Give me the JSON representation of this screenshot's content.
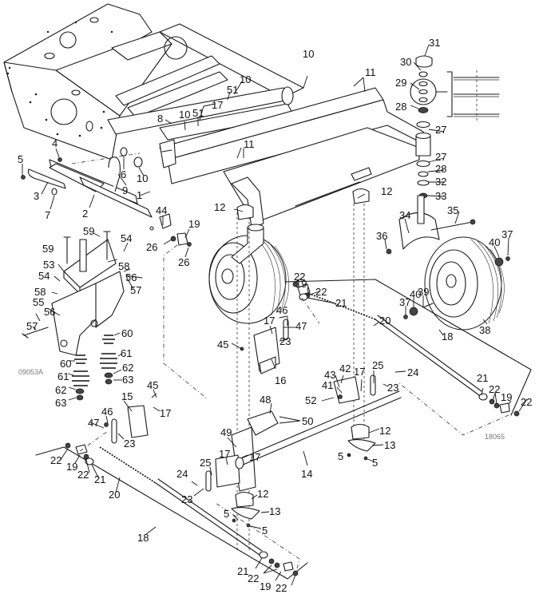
{
  "diagram": {
    "title": "Frame, front caster and suspension parts breakdown",
    "reference_codes": [
      "09053A",
      "18065"
    ],
    "callouts": [
      {
        "label": "1"
      },
      {
        "label": "2"
      },
      {
        "label": "3"
      },
      {
        "label": "4"
      },
      {
        "label": "5"
      },
      {
        "label": "6"
      },
      {
        "label": "7"
      },
      {
        "label": "8"
      },
      {
        "label": "9"
      },
      {
        "label": "10"
      },
      {
        "label": "10"
      },
      {
        "label": "10"
      },
      {
        "label": "10"
      },
      {
        "label": "51"
      },
      {
        "label": "51"
      },
      {
        "label": "17"
      },
      {
        "label": "11"
      },
      {
        "label": "11"
      },
      {
        "label": "31"
      },
      {
        "label": "30"
      },
      {
        "label": "29"
      },
      {
        "label": "28"
      },
      {
        "label": "27"
      },
      {
        "label": "27"
      },
      {
        "label": "28"
      },
      {
        "label": "32"
      },
      {
        "label": "33"
      },
      {
        "label": "12"
      },
      {
        "label": "12"
      },
      {
        "label": "34"
      },
      {
        "label": "35"
      },
      {
        "label": "36"
      },
      {
        "label": "40"
      },
      {
        "label": "37"
      },
      {
        "label": "40"
      },
      {
        "label": "39"
      },
      {
        "label": "37"
      },
      {
        "label": "38"
      },
      {
        "label": "44"
      },
      {
        "label": "19"
      },
      {
        "label": "26"
      },
      {
        "label": "26"
      },
      {
        "label": "59"
      },
      {
        "label": "54"
      },
      {
        "label": "59"
      },
      {
        "label": "53"
      },
      {
        "label": "54"
      },
      {
        "label": "58"
      },
      {
        "label": "58"
      },
      {
        "label": "57"
      },
      {
        "label": "56"
      },
      {
        "label": "55"
      },
      {
        "label": "56"
      },
      {
        "label": "57"
      },
      {
        "label": "60"
      },
      {
        "label": "61"
      },
      {
        "label": "62"
      },
      {
        "label": "63"
      },
      {
        "label": "60"
      },
      {
        "label": "61"
      },
      {
        "label": "62"
      },
      {
        "label": "63"
      },
      {
        "label": "22"
      },
      {
        "label": "19"
      },
      {
        "label": "22"
      },
      {
        "label": "21"
      },
      {
        "label": "20"
      },
      {
        "label": "18"
      },
      {
        "label": "17"
      },
      {
        "label": "46"
      },
      {
        "label": "47"
      },
      {
        "label": "23"
      },
      {
        "label": "45"
      },
      {
        "label": "16"
      },
      {
        "label": "42"
      },
      {
        "label": "43"
      },
      {
        "label": "41"
      },
      {
        "label": "52"
      },
      {
        "label": "17"
      },
      {
        "label": "25"
      },
      {
        "label": "24"
      },
      {
        "label": "23"
      },
      {
        "label": "21"
      },
      {
        "label": "22"
      },
      {
        "label": "19"
      },
      {
        "label": "22"
      },
      {
        "label": "48"
      },
      {
        "label": "50"
      },
      {
        "label": "12"
      },
      {
        "label": "13"
      },
      {
        "label": "5"
      },
      {
        "label": "5"
      },
      {
        "label": "45"
      },
      {
        "label": "15"
      },
      {
        "label": "17"
      },
      {
        "label": "46"
      },
      {
        "label": "47"
      },
      {
        "label": "23"
      },
      {
        "label": "49"
      },
      {
        "label": "17"
      },
      {
        "label": "17"
      },
      {
        "label": "25"
      },
      {
        "label": "14"
      },
      {
        "label": "24"
      },
      {
        "label": "23"
      },
      {
        "label": "12"
      },
      {
        "label": "13"
      },
      {
        "label": "5"
      },
      {
        "label": "5"
      },
      {
        "label": "22"
      },
      {
        "label": "19"
      },
      {
        "label": "22"
      },
      {
        "label": "21"
      },
      {
        "label": "20"
      },
      {
        "label": "18"
      },
      {
        "label": "21"
      },
      {
        "label": "22"
      },
      {
        "label": "19"
      },
      {
        "label": "22"
      }
    ]
  }
}
